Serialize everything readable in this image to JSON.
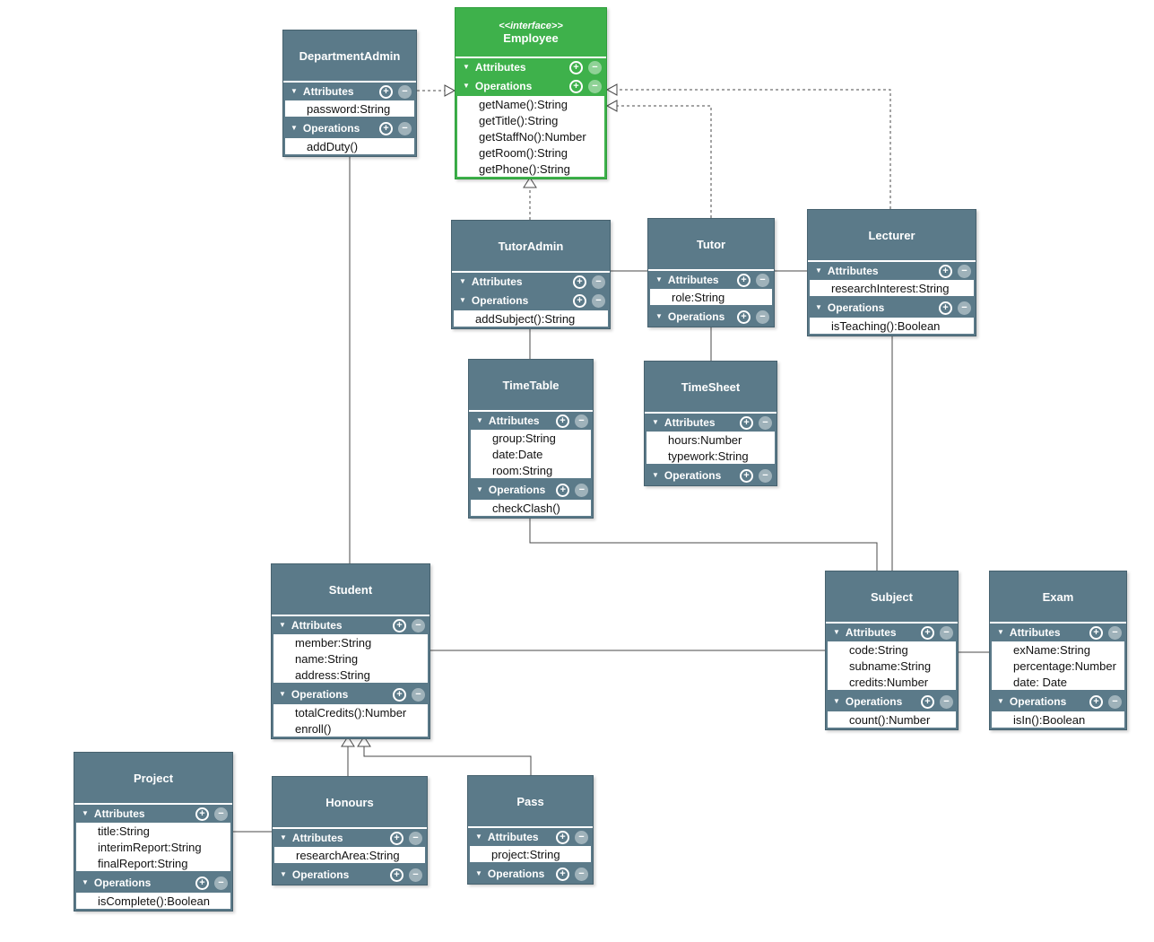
{
  "diagram": {
    "section_labels": {
      "attributes": "Attributes",
      "operations": "Operations"
    },
    "icons": {
      "collapse": "▼",
      "add": "+",
      "remove": "−"
    },
    "colors": {
      "class_header": "#5b7a89",
      "interface_header": "#3eb14b",
      "connector": "#4a4a4a"
    },
    "classes": [
      {
        "id": "department-admin",
        "name": "DepartmentAdmin",
        "stereotype": "",
        "kind": "class",
        "attributes": [
          "password:String"
        ],
        "operations": [
          "addDuty()"
        ]
      },
      {
        "id": "employee",
        "name": "Employee",
        "stereotype": "<<interface>>",
        "kind": "interface",
        "attributes": [],
        "operations": [
          "getName():String",
          "getTitle():String",
          "getStaffNo():Number",
          "getRoom():String",
          "getPhone():String"
        ]
      },
      {
        "id": "tutor-admin",
        "name": "TutorAdmin",
        "stereotype": "",
        "kind": "class",
        "attributes": [],
        "operations": [
          "addSubject():String"
        ]
      },
      {
        "id": "tutor",
        "name": "Tutor",
        "stereotype": "",
        "kind": "class",
        "attributes": [
          "role:String"
        ],
        "operations": []
      },
      {
        "id": "lecturer",
        "name": "Lecturer",
        "stereotype": "",
        "kind": "class",
        "attributes": [
          "researchInterest:String"
        ],
        "operations": [
          "isTeaching():Boolean"
        ]
      },
      {
        "id": "timetable",
        "name": "TimeTable",
        "stereotype": "",
        "kind": "class",
        "attributes": [
          "group:String",
          "date:Date",
          "room:String"
        ],
        "operations": [
          "checkClash()"
        ]
      },
      {
        "id": "timesheet",
        "name": "TimeSheet",
        "stereotype": "",
        "kind": "class",
        "attributes": [
          "hours:Number",
          "typework:String"
        ],
        "operations": []
      },
      {
        "id": "student",
        "name": "Student",
        "stereotype": "",
        "kind": "class",
        "attributes": [
          "member:String",
          "name:String",
          "address:String"
        ],
        "operations": [
          "totalCredits():Number",
          "enroll()"
        ]
      },
      {
        "id": "subject",
        "name": "Subject",
        "stereotype": "",
        "kind": "class",
        "attributes": [
          "code:String",
          "subname:String",
          "credits:Number"
        ],
        "operations": [
          "count():Number"
        ]
      },
      {
        "id": "exam",
        "name": "Exam",
        "stereotype": "",
        "kind": "class",
        "attributes": [
          "exName:String",
          "percentage:Number",
          "date: Date"
        ],
        "operations": [
          "isIn():Boolean"
        ]
      },
      {
        "id": "project",
        "name": "Project",
        "stereotype": "",
        "kind": "class",
        "attributes": [
          "title:String",
          "interimReport:String",
          "finalReport:String"
        ],
        "operations": [
          "isComplete():Boolean"
        ]
      },
      {
        "id": "honours",
        "name": "Honours",
        "stereotype": "",
        "kind": "class",
        "attributes": [
          "researchArea:String"
        ],
        "operations": []
      },
      {
        "id": "pass",
        "name": "Pass",
        "stereotype": "",
        "kind": "class",
        "attributes": [
          "project:String"
        ],
        "operations": []
      }
    ],
    "relationships": [
      {
        "from": "DepartmentAdmin",
        "to": "Employee",
        "type": "realization"
      },
      {
        "from": "TutorAdmin",
        "to": "Employee",
        "type": "realization"
      },
      {
        "from": "Tutor",
        "to": "Employee",
        "type": "realization"
      },
      {
        "from": "Lecturer",
        "to": "Employee",
        "type": "realization"
      },
      {
        "from": "Honours",
        "to": "Student",
        "type": "generalization"
      },
      {
        "from": "Pass",
        "to": "Student",
        "type": "generalization"
      },
      {
        "from": "DepartmentAdmin",
        "to": "Student",
        "type": "association"
      },
      {
        "from": "TutorAdmin",
        "to": "Tutor",
        "type": "association"
      },
      {
        "from": "Tutor",
        "to": "Lecturer",
        "type": "association"
      },
      {
        "from": "TutorAdmin",
        "to": "TimeTable",
        "type": "association"
      },
      {
        "from": "Tutor",
        "to": "TimeSheet",
        "type": "association"
      },
      {
        "from": "Lecturer",
        "to": "Subject",
        "type": "association"
      },
      {
        "from": "TimeTable",
        "to": "Subject",
        "type": "association"
      },
      {
        "from": "Student",
        "to": "Subject",
        "type": "association"
      },
      {
        "from": "Subject",
        "to": "Exam",
        "type": "association"
      },
      {
        "from": "Project",
        "to": "Honours",
        "type": "association"
      }
    ]
  }
}
